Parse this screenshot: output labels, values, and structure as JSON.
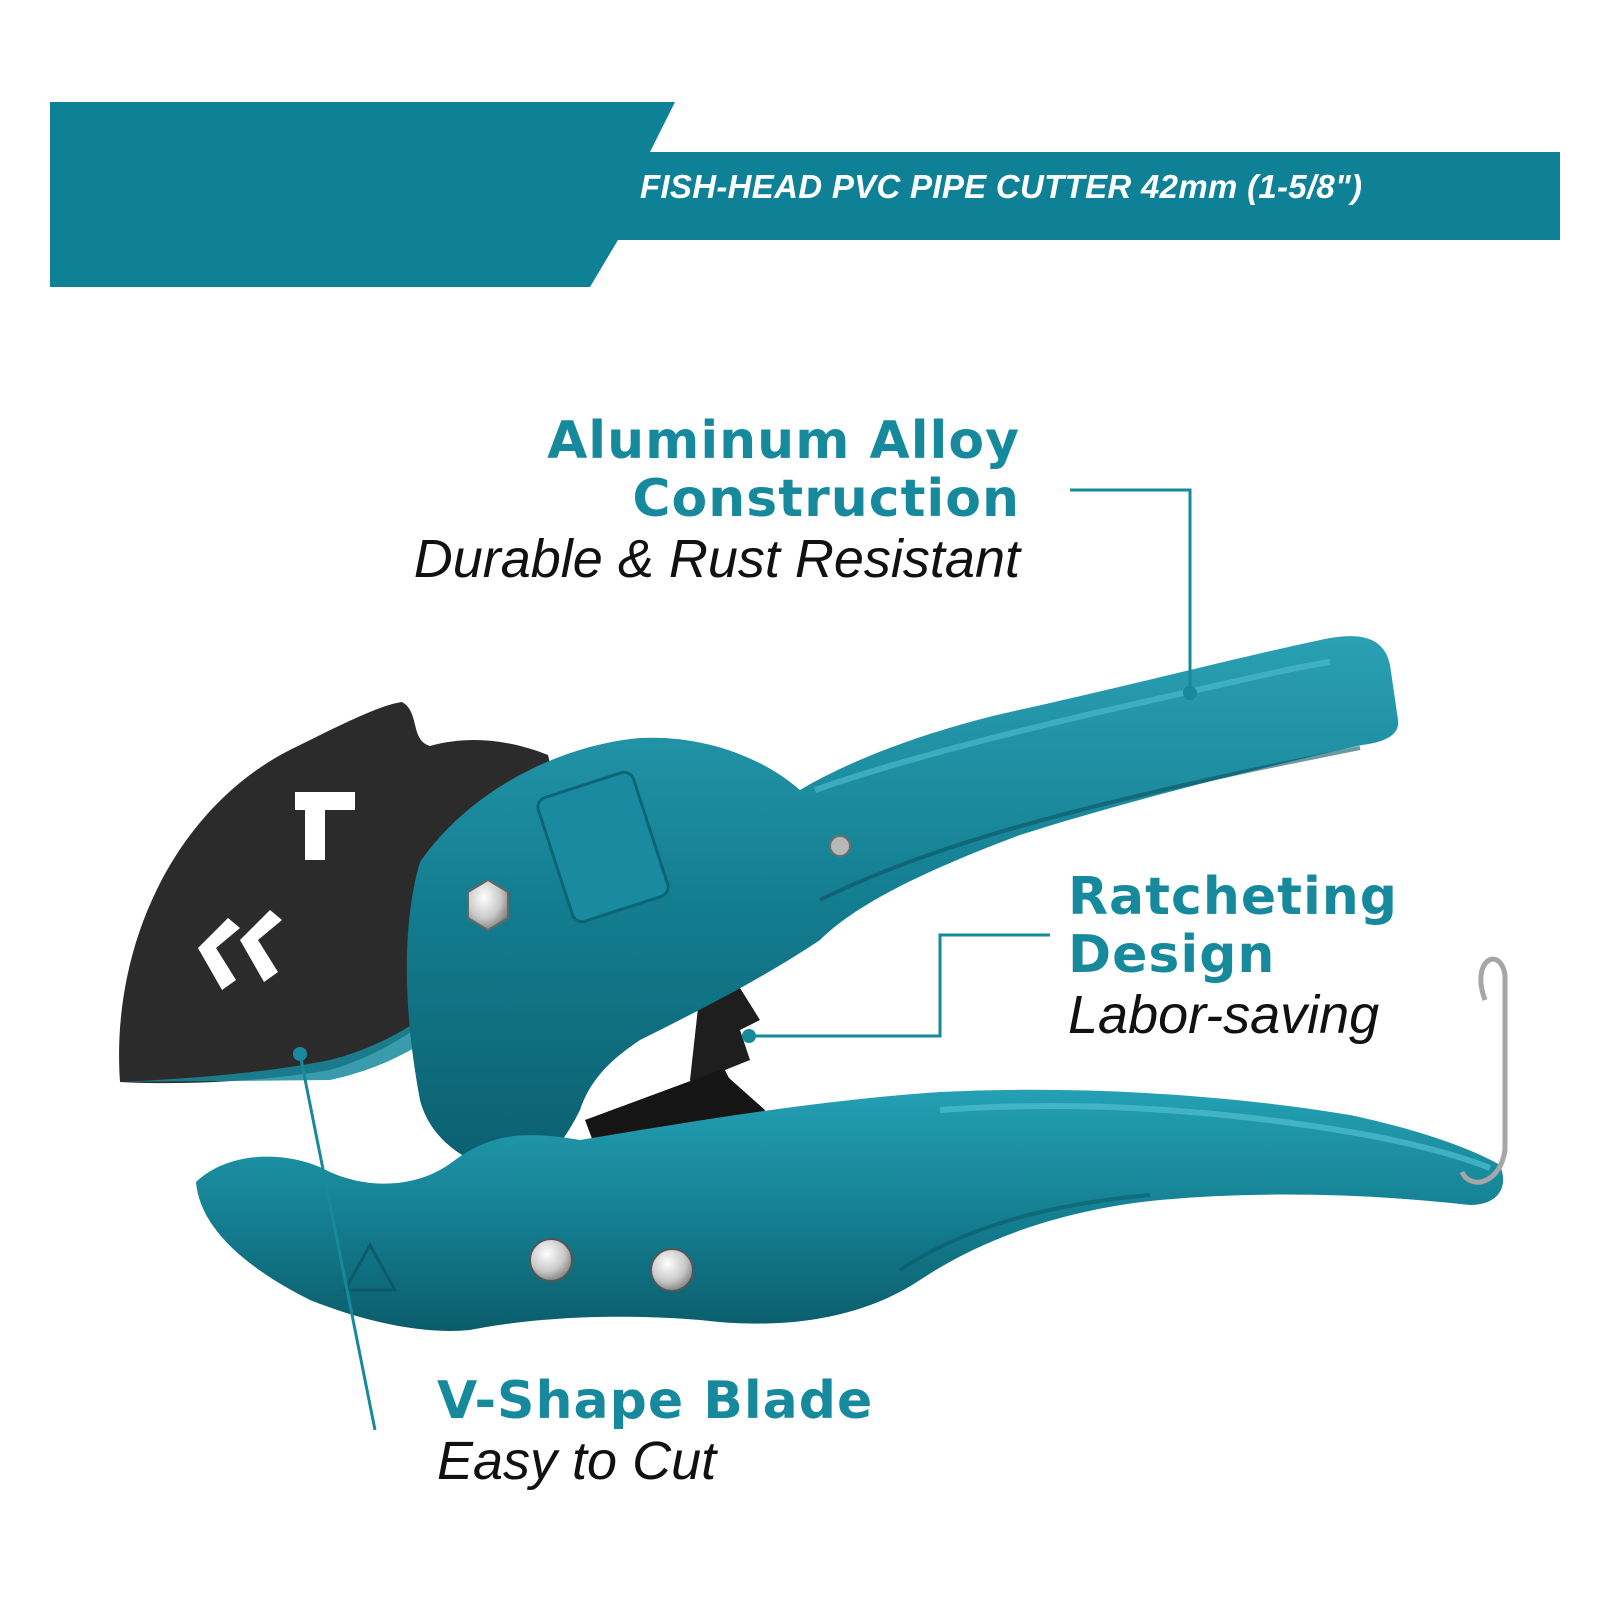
{
  "banner": {
    "title": "FISH-HEAD PVC PIPE CUTTER 42mm (1-5/8\")",
    "color": "#0f8197"
  },
  "callouts": {
    "alloy": {
      "heading_line1": "Aluminum Alloy",
      "heading_line2": "Construction",
      "subtitle": "Durable & Rust Resistant"
    },
    "ratchet": {
      "heading_line1": "Ratcheting",
      "heading_line2": "Design",
      "subtitle": "Labor-saving"
    },
    "blade": {
      "heading": "V-Shape Blade",
      "subtitle": "Easy to Cut"
    }
  },
  "colors": {
    "accent": "#168a9c",
    "tool_body": "#13788a",
    "blade": "#2b2b2b",
    "text": "#111111"
  }
}
